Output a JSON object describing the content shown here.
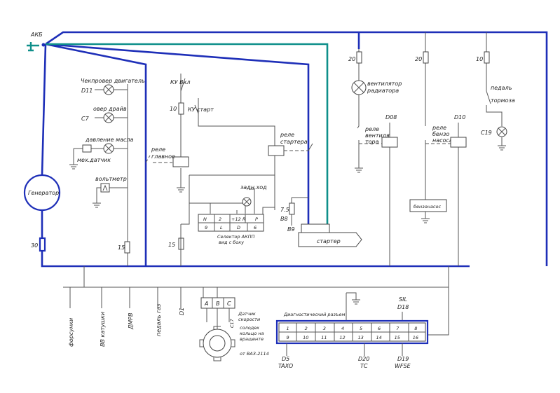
{
  "colors": {
    "power_wire": "#1e2fb8",
    "starter_wire": "#0f8f8a",
    "thin_wire": "#555555"
  },
  "battery": {
    "label": "АКБ"
  },
  "generator": {
    "label": "Генератор",
    "fuse": "30"
  },
  "lamps": {
    "check_engine": {
      "label": "Чекпровер двигатель",
      "pin": "D11"
    },
    "overdrive": {
      "label": "овер драйв",
      "pin": "C7"
    },
    "oil_pressure": {
      "label": "давление масла",
      "sensor": "мех.датчик"
    },
    "voltmeter": {
      "label": "вольтметр"
    }
  },
  "fuses": {
    "ignition": "10",
    "starter_relay": "7.5",
    "lamps": "15",
    "relay_main": "15",
    "fan": "20",
    "fuel_pump": "20",
    "brake": "10"
  },
  "ignition_switch": {
    "on": "КУ Вкл",
    "start": "КУ старт"
  },
  "relays": {
    "main": "реле главное",
    "starter": "реле стартера",
    "fan": "реле вентиля тора",
    "fuel_pump": "реле бензо насоса"
  },
  "starter": {
    "label": "стартер",
    "pins": [
      "B8",
      "B9"
    ]
  },
  "fan": {
    "label": "вентилятор радиатора",
    "pin": "D08"
  },
  "fuel_pump": {
    "label": "бензонасос",
    "pin": "D10"
  },
  "brake": {
    "label": "педаль тормоза",
    "pin": "C19"
  },
  "selector": {
    "title": "Селектор АКПП",
    "subtitle": "вид с боку",
    "top_row": [
      "N",
      "2",
      "+12",
      "R",
      "P"
    ],
    "bottom_row": [
      "9",
      "L",
      "D",
      "6"
    ],
    "reverse_lamp": "задн.ход"
  },
  "ecu_lines": [
    "форсунки",
    "ВВ катушки",
    "ДМРВ",
    "педаль газ",
    "D1"
  ],
  "speed_sensor": {
    "pins": [
      "A",
      "B",
      "C"
    ],
    "pin_ref": "C17",
    "label": "Датчик скорости",
    "note": "солодек кольцо на вращенте",
    "source": "от ВАЗ-2114"
  },
  "diagnostic": {
    "title": "Диагностический разъем",
    "top_row": [
      "1",
      "2",
      "3",
      "4",
      "5",
      "6",
      "7",
      "8"
    ],
    "bottom_row": [
      "9",
      "10",
      "11",
      "12",
      "13",
      "14",
      "15",
      "16"
    ],
    "callouts": [
      {
        "pin": "9",
        "labels": [
          "D5",
          "TAXO"
        ]
      },
      {
        "pin": "13",
        "labels": [
          "D20",
          "TC"
        ]
      },
      {
        "pin": "15",
        "labels": [
          "D19",
          "WFSE"
        ]
      },
      {
        "pin": "7",
        "labels": [
          "SIL",
          "D18"
        ]
      }
    ]
  }
}
